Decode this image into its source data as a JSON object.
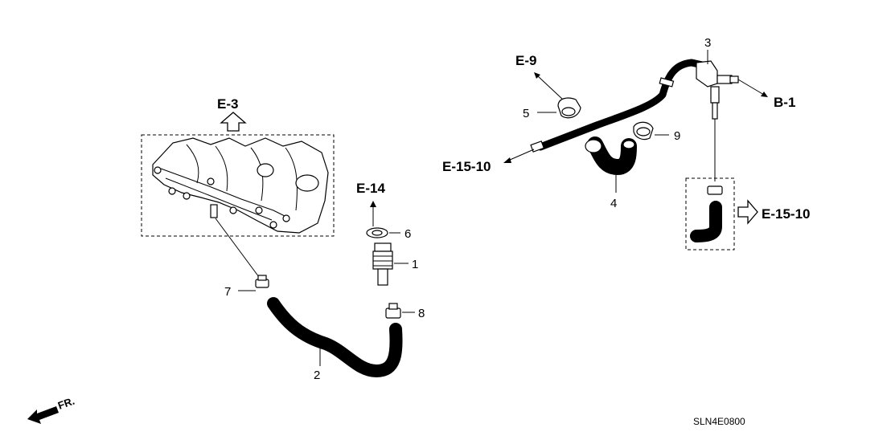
{
  "refs": {
    "e3": "E-3",
    "e14": "E-14",
    "e9": "E-9",
    "b1": "B-1",
    "e15_10_left": "E-15-10",
    "e15_10_right": "E-15-10"
  },
  "parts": {
    "p1": "1",
    "p2": "2",
    "p3": "3",
    "p4": "4",
    "p5": "5",
    "p6": "6",
    "p7": "7",
    "p8": "8",
    "p9": "9"
  },
  "front_label": "FR.",
  "diagram_code": "SLN4E0800",
  "icons": [
    "hollow-up-arrow-icon",
    "hollow-right-arrow-icon",
    "front-direction-arrow-icon"
  ]
}
